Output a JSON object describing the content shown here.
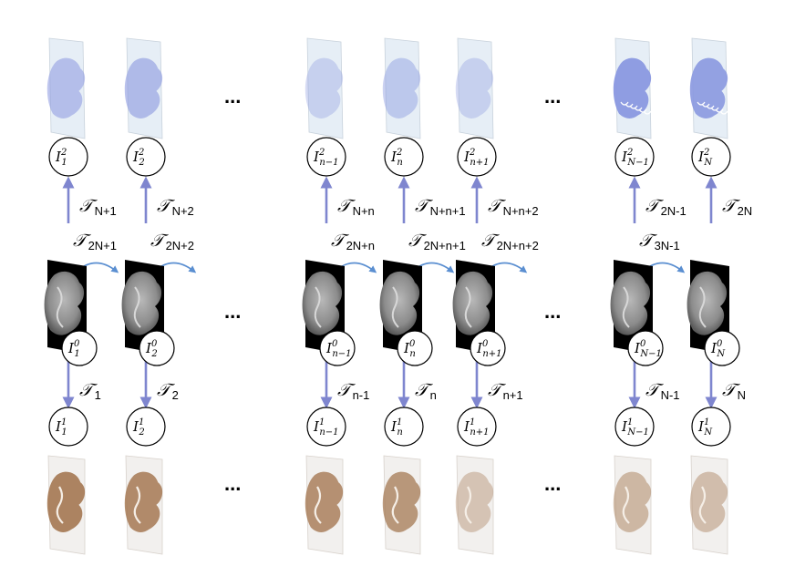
{
  "colors": {
    "arrow": "#7f86cf",
    "curve_arrow": "#5b8fd1",
    "blue_stain": "#8a98e0",
    "brown_stain": "#a07048",
    "mri_bg": "#000000"
  },
  "ellipsis": "...",
  "columns": [
    {
      "top_label": {
        "base": "I",
        "sub": "1",
        "sup": "2"
      },
      "mid_label": {
        "base": "I",
        "sub": "1",
        "sup": "0"
      },
      "bot_label": {
        "base": "I",
        "sub": "1",
        "sup": "1"
      },
      "up_transform": {
        "sym": "𝒯",
        "sub": "N+1"
      },
      "down_transform": {
        "sym": "𝒯",
        "sub": "1"
      },
      "link_transform": {
        "sym": "𝒯",
        "sub": "2N+1"
      }
    },
    {
      "top_label": {
        "base": "I",
        "sub": "2",
        "sup": "2"
      },
      "mid_label": {
        "base": "I",
        "sub": "2",
        "sup": "0"
      },
      "bot_label": {
        "base": "I",
        "sub": "2",
        "sup": "1"
      },
      "up_transform": {
        "sym": "𝒯",
        "sub": "N+2"
      },
      "down_transform": {
        "sym": "𝒯",
        "sub": "2"
      },
      "link_transform": {
        "sym": "𝒯",
        "sub": "2N+2"
      }
    },
    {
      "top_label": {
        "base": "I",
        "sub": "n−1",
        "sup": "2"
      },
      "mid_label": {
        "base": "I",
        "sub": "n−1",
        "sup": "0"
      },
      "bot_label": {
        "base": "I",
        "sub": "n−1",
        "sup": "1"
      },
      "up_transform": {
        "sym": "𝒯",
        "sub": "N+n"
      },
      "down_transform": {
        "sym": "𝒯",
        "sub": "n-1"
      },
      "link_transform": {
        "sym": "𝒯",
        "sub": "2N+n"
      }
    },
    {
      "top_label": {
        "base": "I",
        "sub": "n",
        "sup": "2"
      },
      "mid_label": {
        "base": "I",
        "sub": "n",
        "sup": "0"
      },
      "bot_label": {
        "base": "I",
        "sub": "n",
        "sup": "1"
      },
      "up_transform": {
        "sym": "𝒯",
        "sub": "N+n+1"
      },
      "down_transform": {
        "sym": "𝒯",
        "sub": "n"
      },
      "link_transform": {
        "sym": "𝒯",
        "sub": "2N+n+1"
      }
    },
    {
      "top_label": {
        "base": "I",
        "sub": "n+1",
        "sup": "2"
      },
      "mid_label": {
        "base": "I",
        "sub": "n+1",
        "sup": "0"
      },
      "bot_label": {
        "base": "I",
        "sub": "n+1",
        "sup": "1"
      },
      "up_transform": {
        "sym": "𝒯",
        "sub": "N+n+2"
      },
      "down_transform": {
        "sym": "𝒯",
        "sub": "n+1"
      },
      "link_transform": {
        "sym": "𝒯",
        "sub": "2N+n+2"
      }
    },
    {
      "top_label": {
        "base": "I",
        "sub": "N−1",
        "sup": "2"
      },
      "mid_label": {
        "base": "I",
        "sub": "N−1",
        "sup": "0"
      },
      "bot_label": {
        "base": "I",
        "sub": "N−1",
        "sup": "1"
      },
      "up_transform": {
        "sym": "𝒯",
        "sub": "2N-1"
      },
      "down_transform": {
        "sym": "𝒯",
        "sub": "N-1"
      },
      "link_transform": {
        "sym": "𝒯",
        "sub": "3N-1"
      }
    },
    {
      "top_label": {
        "base": "I",
        "sub": "N",
        "sup": "2"
      },
      "mid_label": {
        "base": "I",
        "sub": "N",
        "sup": "0"
      },
      "bot_label": {
        "base": "I",
        "sub": "N",
        "sup": "1"
      },
      "up_transform": {
        "sym": "𝒯",
        "sub": "2N"
      },
      "down_transform": {
        "sym": "𝒯",
        "sub": "N"
      },
      "link_transform": null
    }
  ]
}
